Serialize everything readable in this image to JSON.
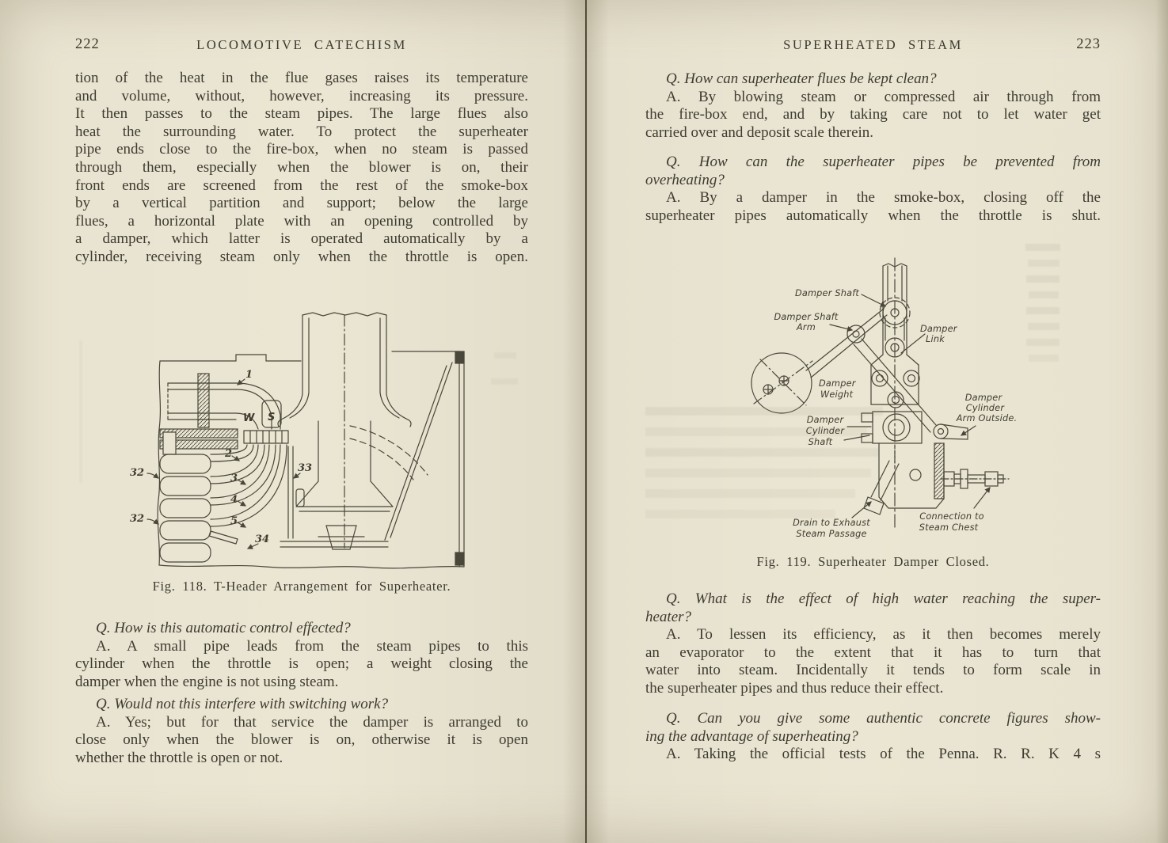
{
  "colors": {
    "paper": "#e9e4d1",
    "ink": "#3e3b31",
    "line_work": "#49463a"
  },
  "left_page": {
    "page_number": "222",
    "running_head": "LOCOMOTIVE CATECHISM",
    "paragraph_lines": [
      "tion of the heat in the flue gases raises its temperature",
      "and volume, without, however, increasing its pressure.",
      "It then passes to the steam pipes.  The large flues also",
      "heat the surrounding water.  To protect the superheater",
      "pipe ends close to the fire-box, when no steam is passed",
      "through them, especially when the blower is on, their",
      "front ends are screened from the rest of the smoke-box",
      "by a vertical partition and support; below the large",
      "flues, a horizontal plate with an opening controlled by",
      "a damper, which latter is operated automatically by a",
      "cylinder, receiving steam only when the throttle is open."
    ],
    "figure118": {
      "caption": "Fig. 118.   T-Header Arrangement for Superheater.",
      "labels": {
        "n1": "1",
        "w": "W",
        "s": "S",
        "n2": "2",
        "n3": "3",
        "n4": "4",
        "n5": "5",
        "n32a": "32",
        "n32b": "32",
        "n33": "33",
        "n34": "34"
      }
    },
    "qa": [
      {
        "q_lines": [
          "Q. How is this automatic control effected?"
        ],
        "a_lines": [
          "A. A small pipe leads from the steam pipes to this",
          "cylinder when the throttle is open; a weight closing the",
          "damper when the engine is not using steam."
        ]
      },
      {
        "q_lines": [
          "Q. Would not this interfere with switching work?"
        ],
        "a_lines": [
          "A. Yes; but for that service the damper is arranged to",
          "close only when the blower is on, otherwise it is open",
          "whether the throttle is open or not."
        ]
      }
    ]
  },
  "right_page": {
    "page_number": "223",
    "running_head": "SUPERHEATED STEAM",
    "qa_top": [
      {
        "q_lines": [
          "Q. How can superheater flues be kept clean?"
        ],
        "a_lines": [
          "A. By blowing steam or compressed air through from",
          "the fire-box end, and by taking care not to let water get",
          "carried over and deposit scale therein."
        ]
      },
      {
        "q_lines": [
          "Q. How can the superheater pipes be prevented from",
          "overheating?"
        ],
        "a_lines": [
          "A. By a damper in the smoke-box, closing off the",
          "superheater pipes automatically when the throttle is shut."
        ]
      }
    ],
    "figure119": {
      "caption": "Fig. 119.   Superheater Damper Closed.",
      "labels": {
        "shaft": "Damper Shaft",
        "shaft_arm1": "Damper Shaft",
        "shaft_arm2": "Arm",
        "link1": "Damper",
        "link2": "Link",
        "weight1": "Damper",
        "weight2": "Weight",
        "cyl_arm1": "Damper",
        "cyl_arm2": "Cylinder",
        "cyl_arm3": "Arm Outside.",
        "cyl_shaft1": "Damper",
        "cyl_shaft2": "Cylinder",
        "cyl_shaft3": "Shaft",
        "drain1": "Drain to Exhaust",
        "drain2": "Steam Passage",
        "conn1": "Connection to",
        "conn2": "Steam Chest"
      }
    },
    "qa_bottom": [
      {
        "q_lines": [
          "Q. What is the effect of high water reaching the super-",
          "heater?"
        ],
        "a_lines": [
          "A. To lessen its efficiency, as it then becomes merely",
          "an evaporator to the extent that it has to turn that",
          "water into steam.  Incidentally it tends to form scale in",
          "the superheater pipes and thus reduce their effect."
        ]
      },
      {
        "q_lines": [
          "Q. Can you give some authentic concrete figures show-",
          "ing the advantage of superheating?"
        ],
        "a_lines": [
          "A. Taking the official tests of the Penna. R. R. K 4 s"
        ]
      }
    ]
  }
}
